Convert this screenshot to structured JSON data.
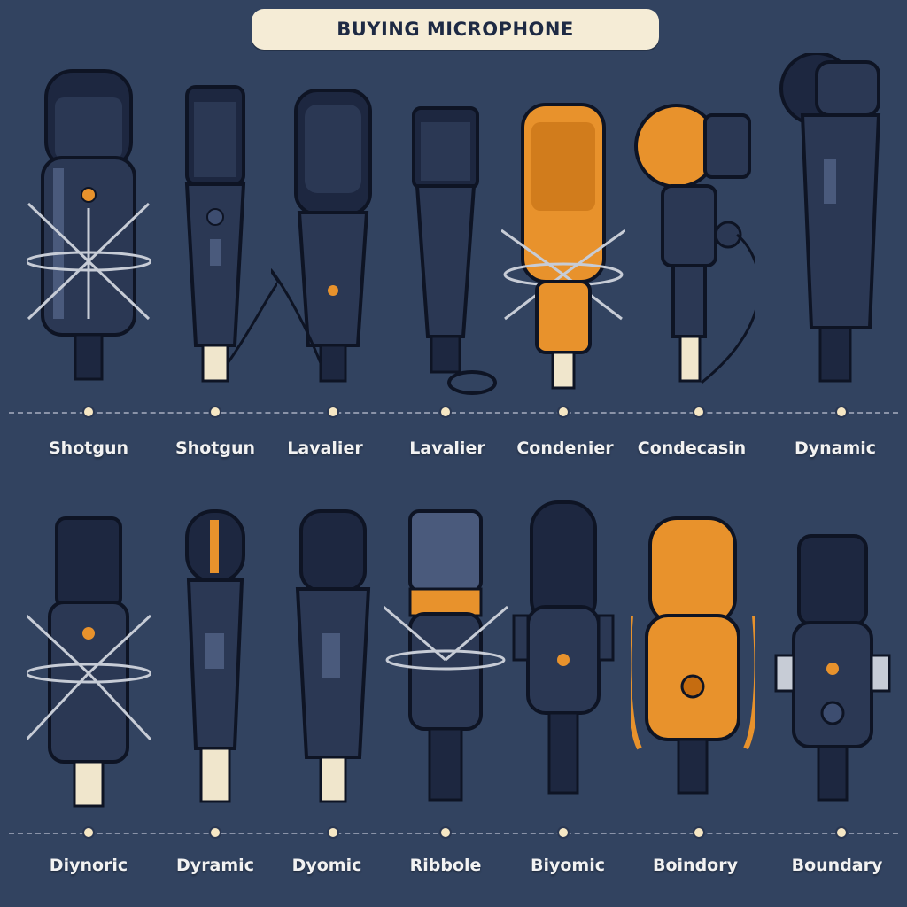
{
  "title": "BUYING MICROPHONE",
  "colors": {
    "background": "#324360",
    "mic_navy": "#2b3854",
    "mic_dark": "#1d2740",
    "accent_orange": "#e8922c",
    "outline": "#0e1424",
    "label_text": "#f2f2f2",
    "title_pill": "#f5ecd6"
  },
  "row1": {
    "labels": [
      "Shotgun",
      "Shotgun",
      "Lavalier",
      "Lavalier",
      "Condenier",
      "Condecasin",
      "Dynamic"
    ]
  },
  "row2": {
    "labels": [
      "Diynoric",
      "Dyramic",
      "Dyomic",
      "Ribbole",
      "Biyomic",
      "Boindory",
      "Boundary"
    ]
  }
}
